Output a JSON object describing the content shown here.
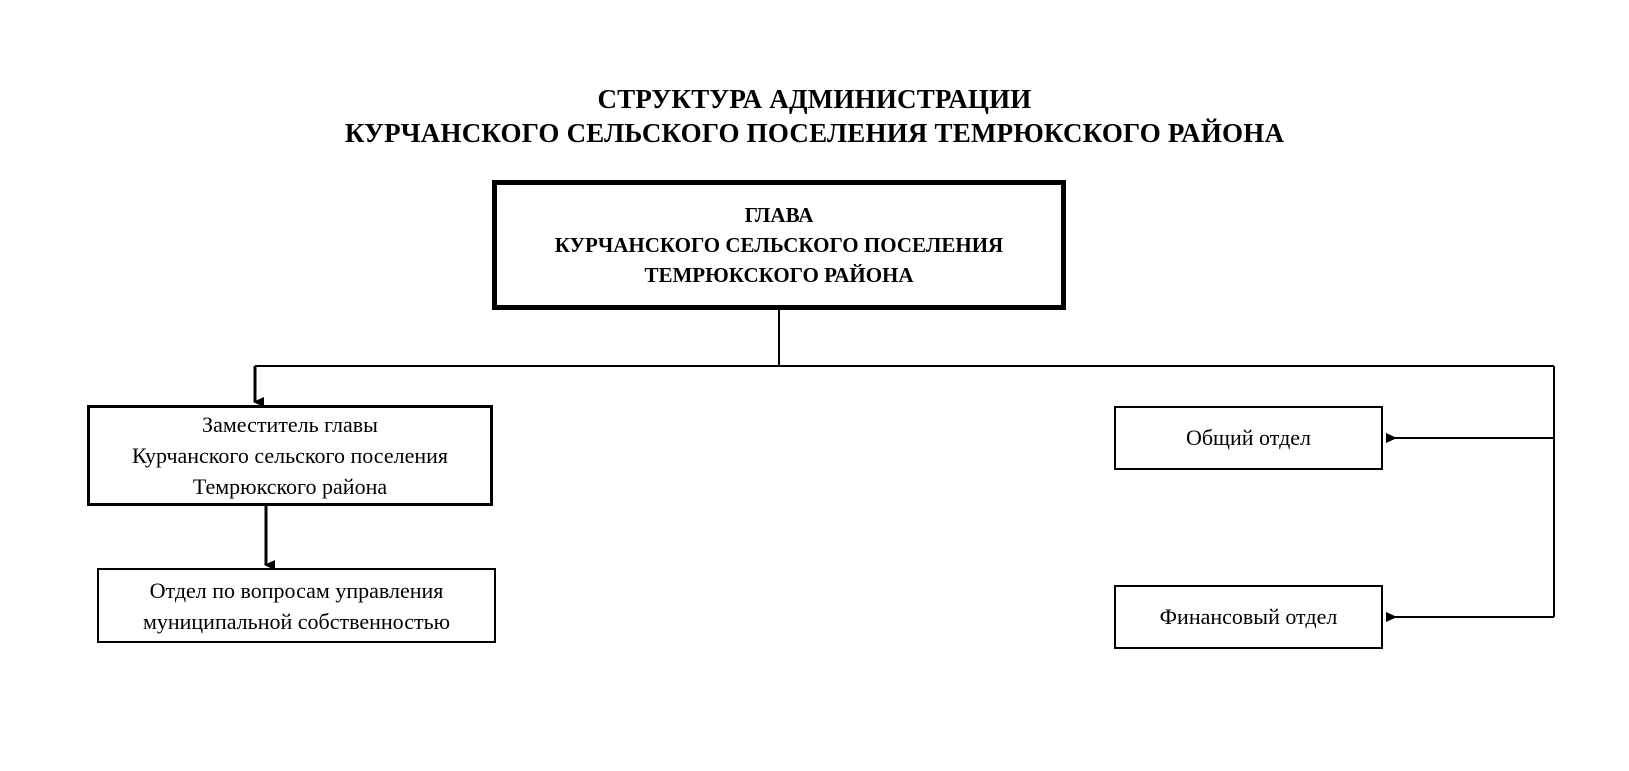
{
  "diagram": {
    "type": "org-chart",
    "title": {
      "line1": "СТРУКТУРА АДМИНИСТРАЦИИ",
      "line2": "КУРЧАНСКОГО СЕЛЬСКОГО ПОСЕЛЕНИЯ ТЕМРЮКСКОГО РАЙОНА"
    },
    "colors": {
      "background": "#ffffff",
      "line": "#000000",
      "text": "#000000"
    },
    "nodes": [
      {
        "id": "head",
        "lines": [
          "ГЛАВА",
          "КУРЧАНСКОГО СЕЛЬСКОГО ПОСЕЛЕНИЯ",
          "ТЕМРЮКСКОГО РАЙОНА"
        ]
      },
      {
        "id": "deputy",
        "lines": [
          "Заместитель главы",
          "Курчанского сельского поселения",
          "Темрюкского района"
        ]
      },
      {
        "id": "property",
        "lines": [
          "Отдел по вопросам управления",
          "муниципальной собственностью"
        ]
      },
      {
        "id": "general",
        "lines": [
          "Общий отдел"
        ]
      },
      {
        "id": "finance",
        "lines": [
          "Финансовый отдел"
        ]
      }
    ],
    "edges": [
      {
        "from": "head",
        "to": "deputy",
        "arrow": "down"
      },
      {
        "from": "deputy",
        "to": "property",
        "arrow": "down"
      },
      {
        "from": "head",
        "to": "general",
        "arrow": "left"
      },
      {
        "from": "head",
        "to": "finance",
        "arrow": "left"
      }
    ]
  }
}
